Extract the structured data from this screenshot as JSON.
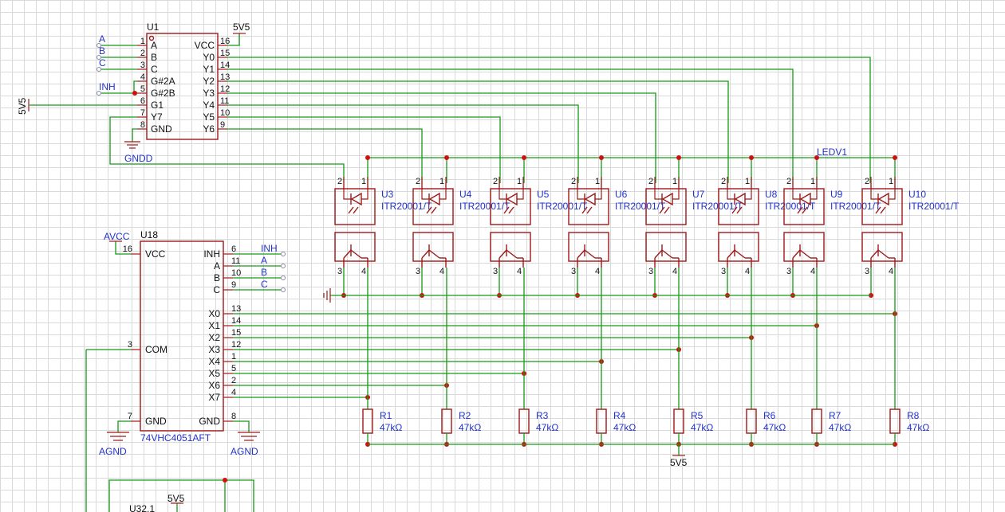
{
  "u1": {
    "ref": "U1",
    "left_pins": [
      {
        "num": "1",
        "name": "A",
        "net": "A"
      },
      {
        "num": "2",
        "name": "B",
        "net": "B"
      },
      {
        "num": "3",
        "name": "C",
        "net": "C"
      },
      {
        "num": "4",
        "name": "G#2A",
        "net": ""
      },
      {
        "num": "5",
        "name": "G#2B",
        "net": "INH"
      },
      {
        "num": "6",
        "name": "G1",
        "net": ""
      },
      {
        "num": "7",
        "name": "Y7",
        "net": ""
      },
      {
        "num": "8",
        "name": "GND",
        "net": ""
      }
    ],
    "right_pins": [
      {
        "num": "16",
        "name": "VCC"
      },
      {
        "num": "15",
        "name": "Y0"
      },
      {
        "num": "14",
        "name": "Y1"
      },
      {
        "num": "13",
        "name": "Y2"
      },
      {
        "num": "12",
        "name": "Y3"
      },
      {
        "num": "11",
        "name": "Y4"
      },
      {
        "num": "10",
        "name": "Y5"
      },
      {
        "num": "9",
        "name": "Y6"
      }
    ],
    "vcc_net": "5V5",
    "gnd_net": "GNDD",
    "g1_net": "5V5"
  },
  "u18": {
    "ref": "U18",
    "part": "74VHC4051AFT",
    "vcc_net": "AVCC",
    "gnd_net": "AGND",
    "left_pins": [
      {
        "num": "16",
        "name": "VCC"
      },
      {
        "num": "3",
        "name": "COM"
      },
      {
        "num": "7",
        "name": "GND"
      }
    ],
    "right_ctrl": [
      {
        "num": "6",
        "name": "INH",
        "net": "INH"
      },
      {
        "num": "11",
        "name": "A",
        "net": "A"
      },
      {
        "num": "10",
        "name": "B",
        "net": "B"
      },
      {
        "num": "9",
        "name": "C",
        "net": "C"
      }
    ],
    "right_x": [
      {
        "num": "13",
        "name": "X0"
      },
      {
        "num": "14",
        "name": "X1"
      },
      {
        "num": "15",
        "name": "X2"
      },
      {
        "num": "12",
        "name": "X3"
      },
      {
        "num": "1",
        "name": "X4"
      },
      {
        "num": "5",
        "name": "X5"
      },
      {
        "num": "2",
        "name": "X6"
      },
      {
        "num": "4",
        "name": "X7"
      }
    ],
    "right_gnd": {
      "num": "8",
      "name": "GND"
    }
  },
  "sensors": [
    {
      "ref": "U3",
      "part": "ITR20001/T"
    },
    {
      "ref": "U4",
      "part": "ITR20001/T"
    },
    {
      "ref": "U5",
      "part": "ITR20001/T"
    },
    {
      "ref": "U6",
      "part": "ITR20001/T"
    },
    {
      "ref": "U7",
      "part": "ITR20001/T"
    },
    {
      "ref": "U8",
      "part": "ITR20001/T"
    },
    {
      "ref": "U9",
      "part": "ITR20001/T"
    },
    {
      "ref": "U10",
      "part": "ITR20001/T"
    }
  ],
  "sensor_pins": {
    "p1": "1",
    "p2": "2",
    "p3": "3",
    "p4": "4"
  },
  "resistors": [
    {
      "ref": "R1",
      "value": "47kΩ"
    },
    {
      "ref": "R2",
      "value": "47kΩ"
    },
    {
      "ref": "R3",
      "value": "47kΩ"
    },
    {
      "ref": "R4",
      "value": "47kΩ"
    },
    {
      "ref": "R5",
      "value": "47kΩ"
    },
    {
      "ref": "R6",
      "value": "47kΩ"
    },
    {
      "ref": "R7",
      "value": "47kΩ"
    },
    {
      "ref": "R8",
      "value": "47kΩ"
    }
  ],
  "nets": {
    "ledv": "LEDV1",
    "pullup": "5V5",
    "lower_ref": "U32.1",
    "lower_vcc": "5V5"
  }
}
